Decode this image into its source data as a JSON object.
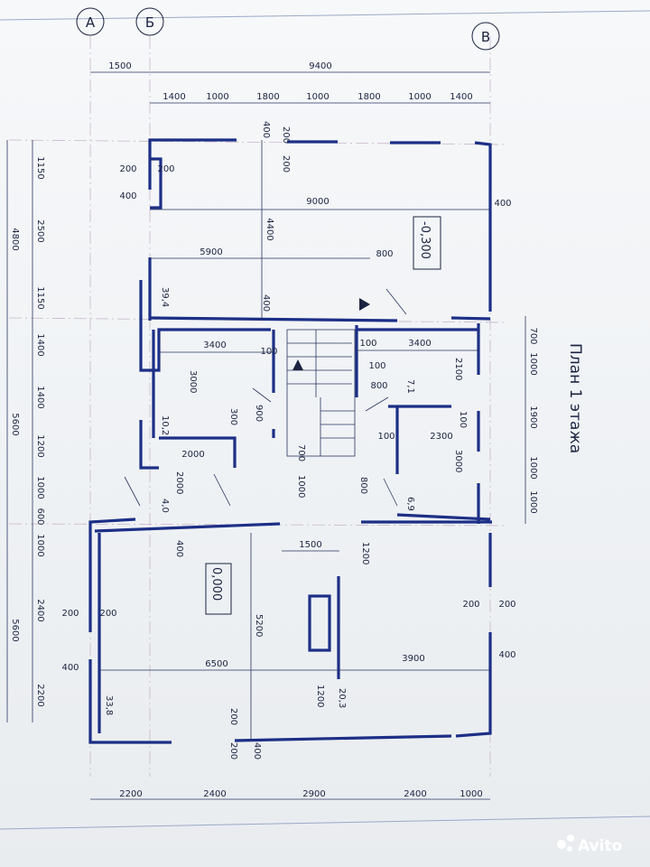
{
  "title": "План 1 этажа",
  "axes": {
    "a": "А",
    "b": "Б",
    "v": "В"
  },
  "top_dims": {
    "outer": [
      "1500",
      "9400"
    ],
    "inner": [
      "1400",
      "1000",
      "1800",
      "1000",
      "1800",
      "1000",
      "1400"
    ]
  },
  "bottom_dims": [
    "2200",
    "2400",
    "2900",
    "2400",
    "1000"
  ],
  "left_outer": [
    "4800",
    "5600",
    "5600"
  ],
  "left_inner": [
    "1150",
    "2500",
    "1150",
    "1400",
    "1400",
    "1200",
    "1000",
    "600",
    "1000",
    "2400",
    "2200"
  ],
  "right_dims": [
    "700",
    "1000",
    "1900",
    "1000",
    "1000"
  ],
  "levels": {
    "upper": "-0,300",
    "lower": "0,000"
  },
  "areas": [
    "39,4",
    "10,2",
    "4,0",
    "7,1",
    "6,9",
    "33,8",
    "20,3"
  ],
  "inner_dims": {
    "upper_width": "9000",
    "upper_height": "4400",
    "upper_5900": "5900",
    "upper_800": "800",
    "d200_a": "200",
    "d200_b": "200",
    "d200_c": "200",
    "d200_d": "200",
    "d400_a": "400",
    "d400_b": "400",
    "d400_c": "400",
    "d400_d": "400",
    "room_3400_left": "3400",
    "room_3400_right": "3400",
    "d100_a": "100",
    "d100_b": "100",
    "d100_c": "100",
    "d100_d": "100",
    "d100_e": "100",
    "d3000_left": "3000",
    "d3000_right": "3000",
    "d2100": "2100",
    "d2300": "2300",
    "d800_a": "800",
    "d800_b": "800",
    "d900": "900",
    "d300": "300",
    "d2000_h": "2000",
    "d2000_v": "2000",
    "d700": "700",
    "d1000": "1000",
    "d1500": "1500",
    "d1200_a": "1200",
    "d1200_b": "1200",
    "lower_6500": "6500",
    "lower_3900": "3900",
    "lower_5200": "5200",
    "lower_200_a": "200",
    "lower_200_b": "200",
    "lower_200_c": "200",
    "lower_200_d": "200",
    "lower_400_a": "400",
    "lower_400_b": "400",
    "lower_400_c": "400",
    "lower_200_e": "200",
    "lower_200_f": "200",
    "lower_400_d": "400"
  },
  "watermark": "Avito"
}
